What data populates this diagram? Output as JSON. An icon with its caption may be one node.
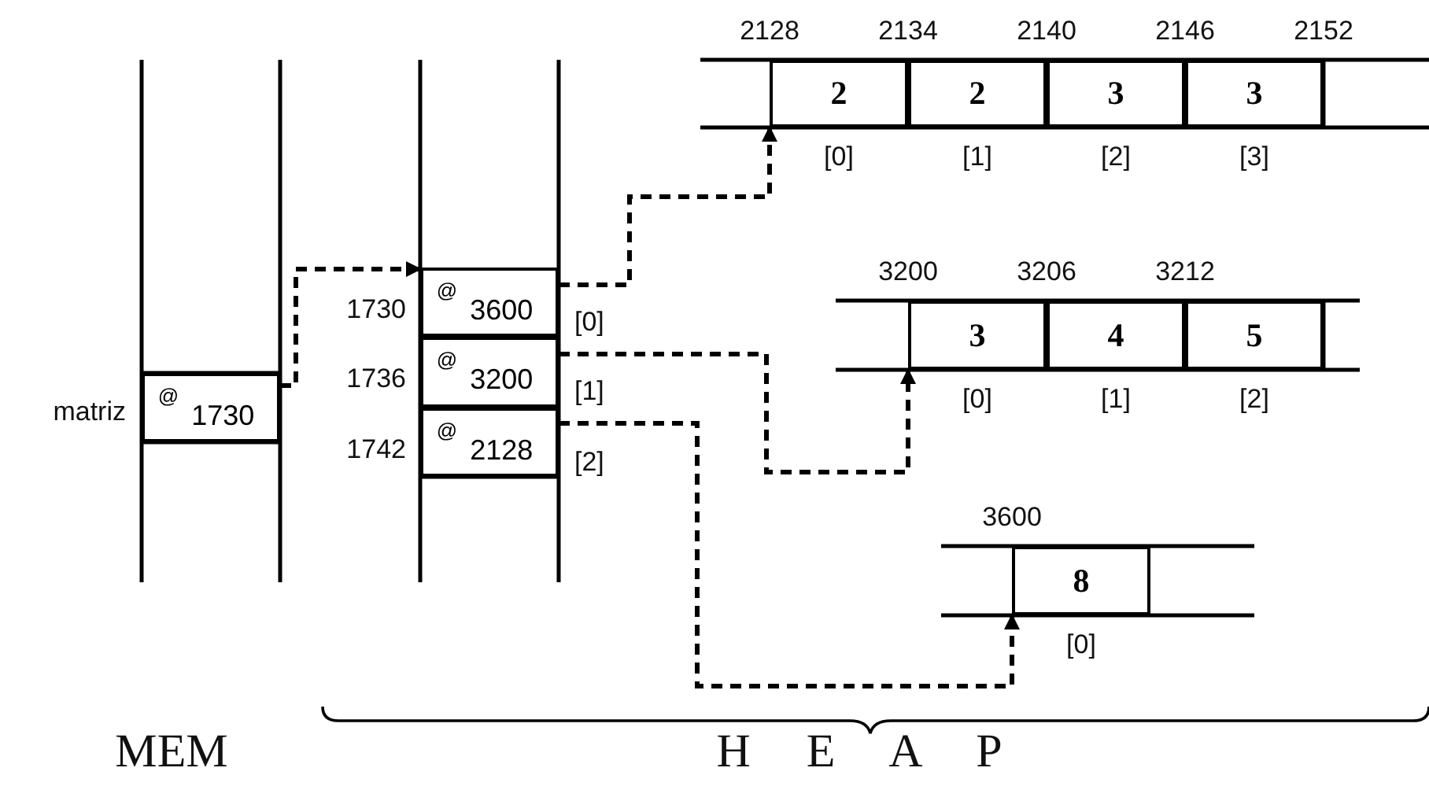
{
  "diagram": {
    "nodes": [
      {
        "text": [
          "$^{@}$1730"
        ],
        "beside": [
          "matriz"
        ]
      },
      {
        "text": [
          "$^{@}$3600"
        ],
        "beside": [
          "1730",
          "[0]"
        ]
      },
      {
        "text": [
          "$^{@}$3200"
        ],
        "beside": [
          "1736",
          "[1]"
        ]
      },
      {
        "text": [
          "$^{@}$2128"
        ],
        "beside": [
          "1742",
          "[2]"
        ]
      },
      {
        "text": [
          "2"
        ],
        "beside": [
          "2128",
          "[0]"
        ]
      },
      {
        "text": [
          "2"
        ],
        "beside": [
          "2134",
          "[1]"
        ]
      },
      {
        "text": [
          "3"
        ],
        "beside": [
          "2140",
          "[2]"
        ]
      },
      {
        "text": [
          "3"
        ],
        "beside": [
          "2146",
          "[3]"
        ]
      },
      {
        "text": [
          "3"
        ],
        "beside": [
          "3200",
          "[0]"
        ]
      },
      {
        "text": [
          "4"
        ],
        "beside": [
          "3206",
          "[1]"
        ]
      },
      {
        "text": [
          "5"
        ],
        "beside": [
          "3212",
          "[2]"
        ]
      },
      {
        "text": [
          "8"
        ],
        "beside": [
          "3600",
          "[0]"
        ]
      }
    ],
    "edges": [
      {
        "from": 0,
        "to": 1,
        "arrow": "to",
        "style": "dashed"
      },
      {
        "from": 1,
        "to": 4,
        "arrow": "to",
        "style": "dashed"
      },
      {
        "from": 2,
        "to": 8,
        "arrow": "to",
        "style": "dashed"
      },
      {
        "from": 3,
        "to": 11,
        "arrow": "to",
        "style": "dashed"
      }
    ],
    "labels": [
      "2152",
      "MEM",
      "H E A P"
    ]
  }
}
